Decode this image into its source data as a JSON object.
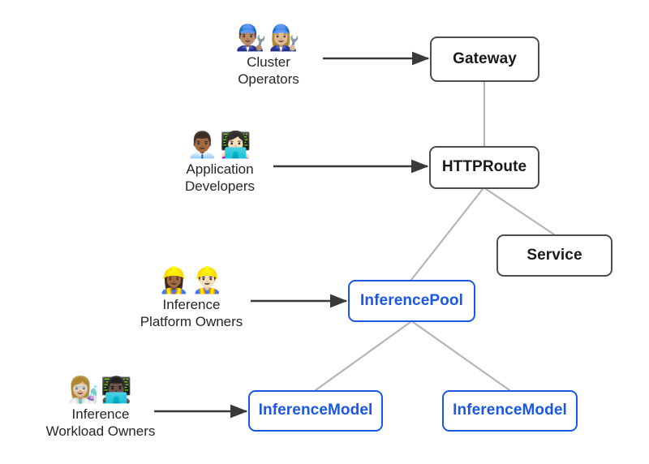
{
  "diagram": {
    "title": "Gateway API Inference Extension resource model with personas",
    "background_color": "#ffffff",
    "colors": {
      "standard_border": "#4d4d4d",
      "standard_text": "#1a1a1a",
      "highlight_border": "#1a56e8",
      "highlight_text": "#1a56e8",
      "connector_line": "#b3b3b3",
      "arrow": "#3a3a3a",
      "label_text": "#262626"
    }
  },
  "personas": [
    {
      "id": "cluster-operators",
      "label": "Cluster\nOperators",
      "emojis": "👨🏽‍🔧👩🏼‍🔧",
      "emoji_names": [
        "man-mechanic-icon",
        "woman-mechanic-icon"
      ],
      "targets": "Gateway"
    },
    {
      "id": "application-developers",
      "label": "Application\nDevelopers",
      "emojis": "👨🏾‍💼👩🏻‍💻",
      "emoji_names": [
        "man-office-worker-icon",
        "woman-technologist-icon"
      ],
      "targets": "HTTPRoute"
    },
    {
      "id": "inference-platform-owners",
      "label": "Inference\nPlatform Owners",
      "emojis": "👷🏾‍♀️👷🏻‍♂️",
      "emoji_names": [
        "woman-construction-worker-icon",
        "man-construction-worker-icon"
      ],
      "targets": "InferencePool"
    },
    {
      "id": "inference-workload-owners",
      "label": "Inference\nWorkload Owners",
      "emojis": "👩🏼‍🔬👨🏿‍💻",
      "emoji_names": [
        "woman-scientist-icon",
        "man-technologist-icon"
      ],
      "targets": "InferenceModel"
    }
  ],
  "nodes": [
    {
      "id": "gateway",
      "label": "Gateway",
      "style": "standard"
    },
    {
      "id": "httproute",
      "label": "HTTPRoute",
      "style": "standard"
    },
    {
      "id": "service",
      "label": "Service",
      "style": "standard"
    },
    {
      "id": "inferencepool",
      "label": "InferencePool",
      "style": "highlight"
    },
    {
      "id": "inferencemodel-left",
      "label": "InferenceModel",
      "style": "highlight"
    },
    {
      "id": "inferencemodel-right",
      "label": "InferenceModel",
      "style": "highlight"
    }
  ],
  "connections": [
    {
      "from": "Gateway",
      "to": "HTTPRoute",
      "kind": "link"
    },
    {
      "from": "HTTPRoute",
      "to": "InferencePool",
      "kind": "link"
    },
    {
      "from": "HTTPRoute",
      "to": "Service",
      "kind": "link"
    },
    {
      "from": "InferencePool",
      "to": "InferenceModel (left)",
      "kind": "link"
    },
    {
      "from": "InferencePool",
      "to": "InferenceModel (right)",
      "kind": "link"
    },
    {
      "from": "Cluster Operators",
      "to": "Gateway",
      "kind": "arrow"
    },
    {
      "from": "Application Developers",
      "to": "HTTPRoute",
      "kind": "arrow"
    },
    {
      "from": "Inference Platform Owners",
      "to": "InferencePool",
      "kind": "arrow"
    },
    {
      "from": "Inference Workload Owners",
      "to": "InferenceModel (left)",
      "kind": "arrow"
    }
  ]
}
